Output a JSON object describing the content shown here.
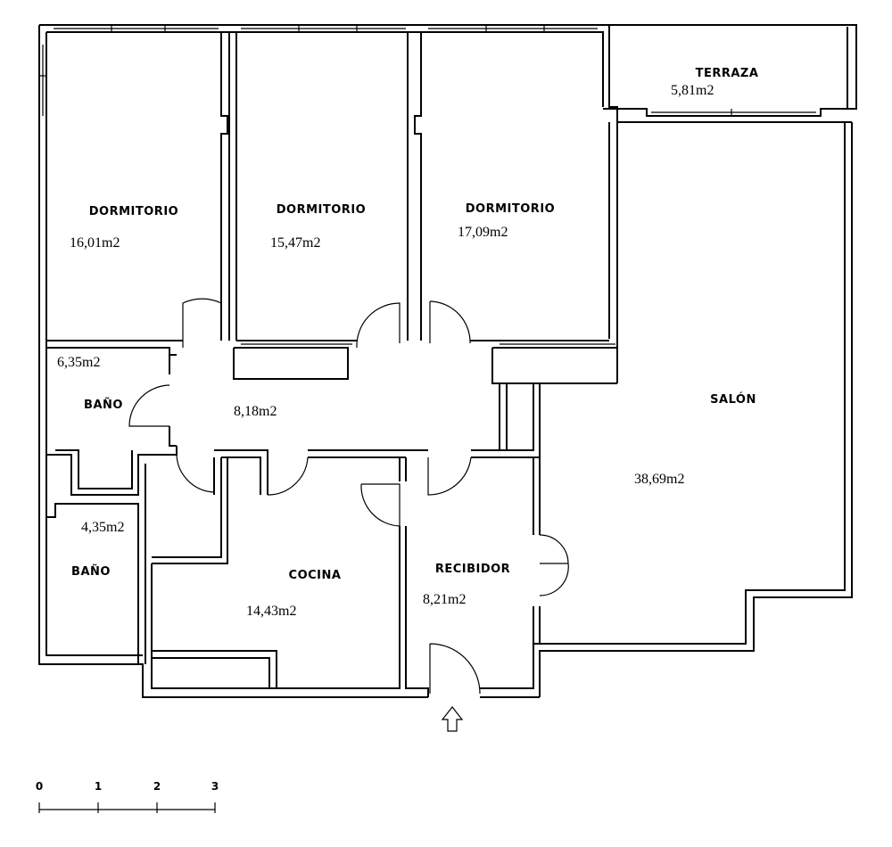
{
  "rooms": {
    "dorm1": {
      "name": "DORMITORIO",
      "area": "16,01m2"
    },
    "dorm2": {
      "name": "DORMITORIO",
      "area": "15,47m2"
    },
    "dorm3": {
      "name": "DORMITORIO",
      "area": "17,09m2"
    },
    "terraza": {
      "name": "TERRAZA",
      "area": "5,81m2"
    },
    "salon": {
      "name": "SALÓN",
      "area": "38,69m2"
    },
    "bano1": {
      "name": "BAÑO",
      "area": "6,35m2"
    },
    "pasillo": {
      "area": "8,18m2"
    },
    "bano2": {
      "name": "BAÑO",
      "area": "4,35m2"
    },
    "cocina": {
      "name": "COCINA",
      "area": "14,43m2"
    },
    "recibidor": {
      "name": "RECIBIDOR",
      "area": "8,21m2"
    }
  },
  "scale": {
    "ticks": [
      "0",
      "1",
      "2",
      "3"
    ]
  }
}
